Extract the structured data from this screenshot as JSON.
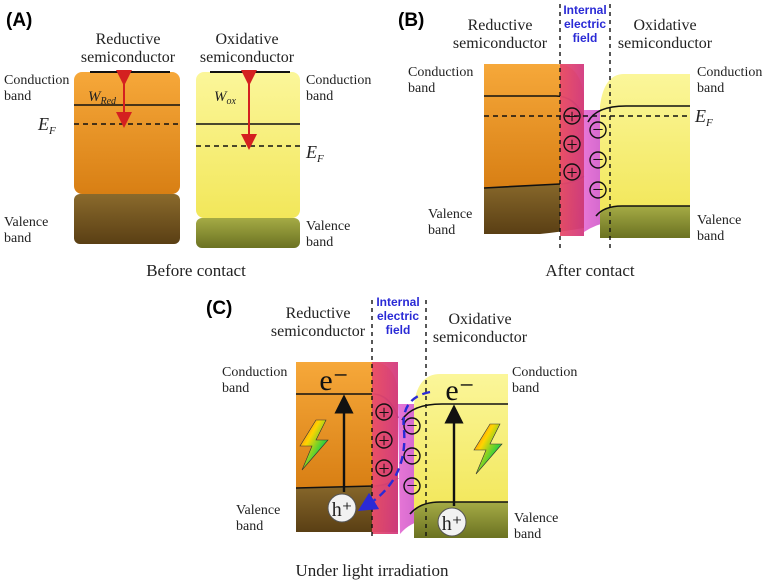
{
  "panel_a": {
    "label": "(A)",
    "reductive_line1": "Reductive",
    "reductive_line2": "semiconductor",
    "oxidative_line1": "Oxidative",
    "oxidative_line2": "semiconductor",
    "conduction_left_1": "Conduction",
    "conduction_left_2": "band",
    "conduction_right_1": "Conduction",
    "conduction_right_2": "band",
    "valence_left_1": "Valence",
    "valence_left_2": "band",
    "valence_right_1": "Valence",
    "valence_right_2": "band",
    "ef_left": "E",
    "ef_right": "E",
    "ef_sub": "F",
    "w_red": "W",
    "w_red_sub": "Red",
    "w_ox": "W",
    "w_ox_sub": "ox",
    "caption": "Before contact"
  },
  "panel_b": {
    "label": "(B)",
    "reductive_line1": "Reductive",
    "reductive_line2": "semiconductor",
    "oxidative_line1": "Oxidative",
    "oxidative_line2": "semiconductor",
    "field_line1": "Internal",
    "field_line2": "electric",
    "field_line3": "field",
    "conduction_left_1": "Conduction",
    "conduction_left_2": "band",
    "conduction_right_1": "Conduction",
    "conduction_right_2": "band",
    "valence_left_1": "Valence",
    "valence_left_2": "band",
    "valence_right_1": "Valence",
    "valence_right_2": "band",
    "ef": "E",
    "ef_sub": "F",
    "plus": "+",
    "minus": "−",
    "caption": "After contact"
  },
  "panel_c": {
    "label": "(C)",
    "reductive_line1": "Reductive",
    "reductive_line2": "semiconductor",
    "oxidative_line1": "Oxidative",
    "oxidative_line2": "semiconductor",
    "field_line1": "Internal",
    "field_line2": "electric",
    "field_line3": "field",
    "conduction_left_1": "Conduction",
    "conduction_left_2": "band",
    "conduction_right_1": "Conduction",
    "conduction_right_2": "band",
    "valence_left_1": "Valence",
    "valence_left_2": "band",
    "valence_right_1": "Valence",
    "valence_right_2": "band",
    "electron": "e⁻",
    "hole": "h⁺",
    "plus": "+",
    "minus": "−",
    "caption": "Under light irradiation"
  },
  "colors": {
    "reductive_fill": "#e8951f",
    "oxidative_fill": "#f7f07a",
    "valence_fill": "#7a5b22",
    "valence_fill_right": "#8d9a3c",
    "field_plus": "#e0457a",
    "field_minus": "#e070d0",
    "arrow_red": "#d42020",
    "field_text": "#2a2ad6"
  },
  "icons": [
    "lightning-bolt-icon"
  ]
}
